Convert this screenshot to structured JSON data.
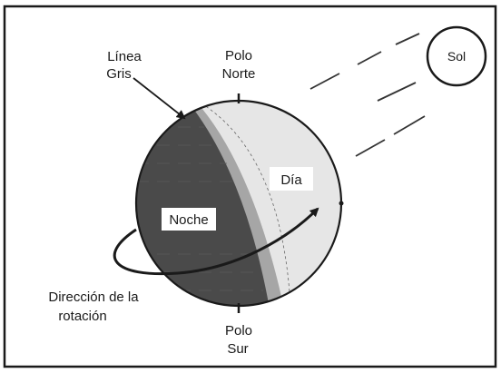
{
  "labels": {
    "sun": "Sol",
    "gray_line_1": "Línea",
    "gray_line_2": "Gris",
    "north_pole_1": "Polo",
    "north_pole_2": "Norte",
    "day": "Día",
    "night": "Noche",
    "rotation_1": "Dirección de la",
    "rotation_2": "rotación",
    "south_pole_1": "Polo",
    "south_pole_2": "Sur"
  },
  "colors": {
    "night": "#4a4a4a",
    "gray_line": "#a6a6a6",
    "day": "#e6e6e6",
    "ink": "#1a1a1a"
  }
}
